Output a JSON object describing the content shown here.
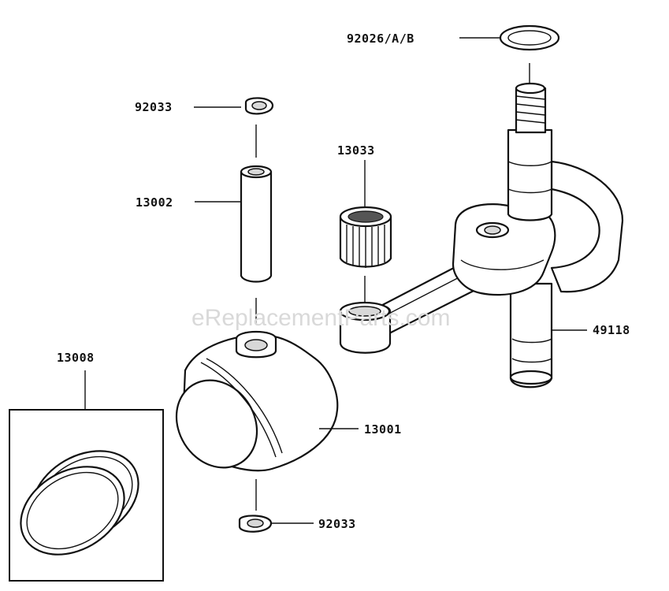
{
  "watermark": "eReplacementParts.com",
  "parts": {
    "washer_top": "92026/A/B",
    "circlip_top": "92033",
    "piston_pin": "13002",
    "needle_bearing": "13033",
    "crankshaft": "49118",
    "ring_set": "13008",
    "piston": "13001",
    "circlip_bottom": "92033"
  }
}
